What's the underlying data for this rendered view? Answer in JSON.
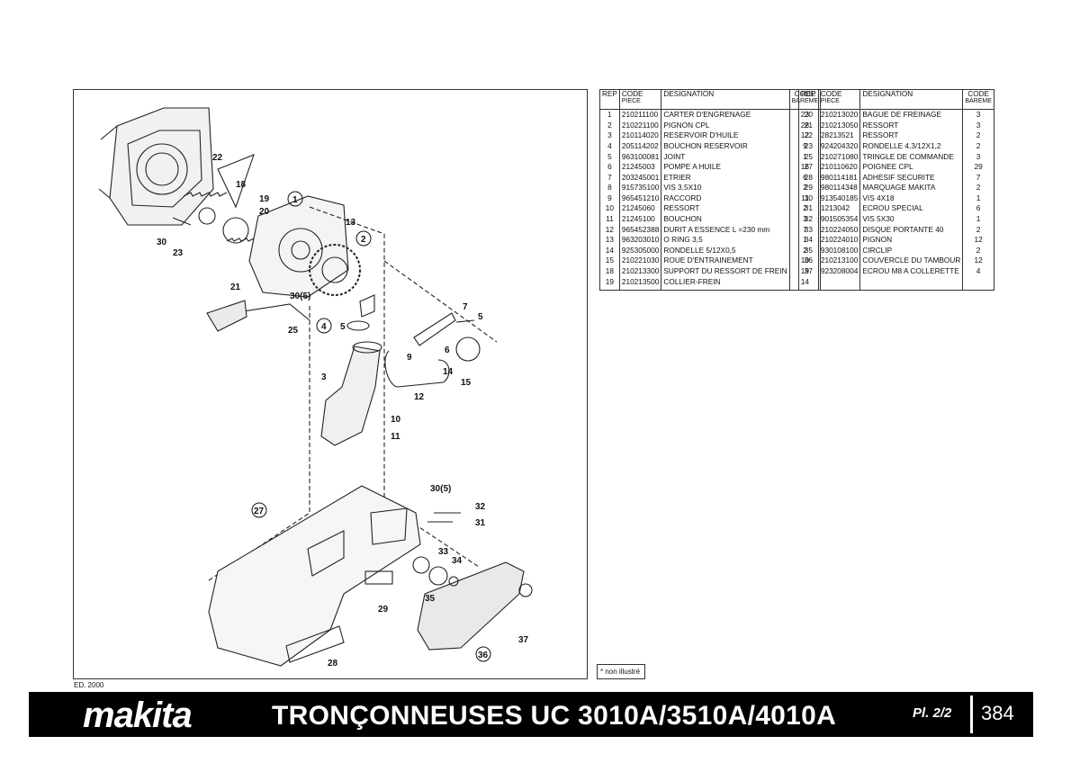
{
  "parts_table": {
    "headers": {
      "rep": "REP",
      "code_line1": "CODE",
      "code_line2": "PIECE",
      "designation": "DESIGNATION",
      "bareme_line1": "CODE",
      "bareme_line2": "BAREME"
    },
    "left_rows": [
      {
        "rep": "1",
        "code": "210211100",
        "designation": "CARTER D'ENGRENAGE",
        "bareme": "23"
      },
      {
        "rep": "2",
        "code": "210221100",
        "designation": "PIGNON CPL",
        "bareme": "28"
      },
      {
        "rep": "3",
        "code": "210114020",
        "designation": "RESERVOIR D'HUILE",
        "bareme": "12"
      },
      {
        "rep": "4",
        "code": "205114202",
        "designation": "BOUCHON RESERVOIR",
        "bareme": "9"
      },
      {
        "rep": "5",
        "code": "963100081",
        "designation": "JOINT",
        "bareme": "1"
      },
      {
        "rep": "6",
        "code": "21245003",
        "designation": "POMPE A HUILE",
        "bareme": "16"
      },
      {
        "rep": "7",
        "code": "203245001",
        "designation": "ETRIER",
        "bareme": "6"
      },
      {
        "rep": "8",
        "code": "915735100",
        "designation": "VIS 3,5X10",
        "bareme": "2"
      },
      {
        "rep": "9",
        "code": "965451210",
        "designation": "RACCORD",
        "bareme": "11"
      },
      {
        "rep": "10",
        "code": "21245060",
        "designation": "RESSORT",
        "bareme": "2"
      },
      {
        "rep": "11",
        "code": "21245100",
        "designation": "BOUCHON",
        "bareme": "3"
      },
      {
        "rep": "12",
        "code": "965452388",
        "designation": "DURIT A ESSENCE L =230 mm",
        "bareme": "7"
      },
      {
        "rep": "13",
        "code": "963203010",
        "designation": "O RING 3,5",
        "bareme": "1"
      },
      {
        "rep": "14",
        "code": "925305000",
        "designation": "RONDELLE 5/12X0,5",
        "bareme": "2"
      },
      {
        "rep": "15",
        "code": "210221030",
        "designation": "ROUE D'ENTRAINEMENT",
        "bareme": "10"
      },
      {
        "rep": "18",
        "code": "210213300",
        "designation": "SUPPORT DU RESSORT DE FREIN",
        "bareme": "19"
      },
      {
        "rep": "19",
        "code": "210213500",
        "designation": "COLLIER-FREIN",
        "bareme": "14"
      }
    ],
    "right_rows": [
      {
        "rep": "20",
        "code": "210213020",
        "designation": "BAGUE DE FREINAGE",
        "bareme": "3"
      },
      {
        "rep": "21",
        "code": "210213050",
        "designation": "RESSORT",
        "bareme": "3"
      },
      {
        "rep": "22",
        "code": "28213521",
        "designation": "RESSORT",
        "bareme": "2"
      },
      {
        "rep": "23",
        "code": "924204320",
        "designation": "RONDELLE 4,3/12X1,2",
        "bareme": "2"
      },
      {
        "rep": "25",
        "code": "210271080",
        "designation": "TRINGLE DE COMMANDE",
        "bareme": "3"
      },
      {
        "rep": "27",
        "code": "210110620",
        "designation": "POIGNEE CPL",
        "bareme": "29"
      },
      {
        "rep": "28",
        "code": "980114181",
        "designation": "ADHESIF SECURITE",
        "bareme": "7"
      },
      {
        "rep": "29",
        "code": "980114348",
        "designation": "MARQUAGE MAKITA",
        "bareme": "2"
      },
      {
        "rep": "30",
        "code": "913540185",
        "designation": "VIS 4X18",
        "bareme": "1"
      },
      {
        "rep": "31",
        "code": "1213042",
        "designation": "ECROU SPECIAL",
        "bareme": "6"
      },
      {
        "rep": "32",
        "code": "901505354",
        "designation": "VIS 5X30",
        "bareme": "1"
      },
      {
        "rep": "33",
        "code": "210224050",
        "designation": "DISQUE PORTANTE 40",
        "bareme": "2"
      },
      {
        "rep": "34",
        "code": "210224010",
        "designation": "PIGNON",
        "bareme": "12"
      },
      {
        "rep": "35",
        "code": "930108100",
        "designation": "CIRCLIP",
        "bareme": "2"
      },
      {
        "rep": "36",
        "code": "210213100",
        "designation": "COUVERCLE DU TAMBOUR",
        "bareme": "12"
      },
      {
        "rep": "37",
        "code": "923208004",
        "designation": "ECROU M8 A COLLERETTE",
        "bareme": "4"
      }
    ]
  },
  "diagram": {
    "callouts": {
      "c1": "1",
      "c2": "2",
      "c3": "3",
      "c4": "4",
      "c5": "5",
      "c5b": "5",
      "c6": "6",
      "c7": "7",
      "c9": "9",
      "c10": "10",
      "c11": "11",
      "c12": "12",
      "c13": "13",
      "c14": "14",
      "c15": "15",
      "c18": "18",
      "c19": "19",
      "c20": "20",
      "c21": "21",
      "c22": "22",
      "c23": "23",
      "c25": "25",
      "c27": "27",
      "c28": "28",
      "c29": "29",
      "c30a": "30",
      "c30b": "30(5)",
      "c30c": "30(5)",
      "c31": "31",
      "c32": "32",
      "c33": "33",
      "c34": "34",
      "c35": "35",
      "c36": "36",
      "c37": "37"
    }
  },
  "footnote": "* non illustré",
  "edition": "ED. 2000",
  "banner": {
    "brand": "makita",
    "title": "TRONÇONNEUSES UC 3010A/3510A/4010A",
    "plate": "Pl. 2/2",
    "page_number": "384"
  },
  "colors": {
    "banner_background": "#000000",
    "banner_text": "#ffffff"
  }
}
